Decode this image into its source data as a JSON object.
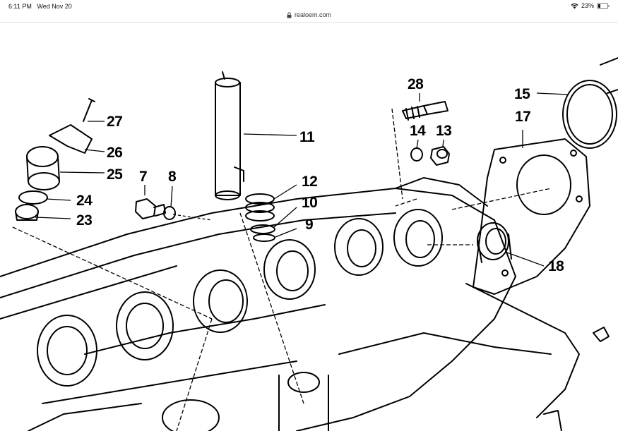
{
  "status": {
    "time": "6:11 PM",
    "date": "Wed Nov 20",
    "battery": "23%",
    "wifi_icon": "wifi-icon",
    "battery_icon": "battery-icon"
  },
  "browser": {
    "url": "realoem.com",
    "lock_icon": "lock-icon"
  },
  "diagram": {
    "callouts": {
      "c27": "27",
      "c26": "26",
      "c25": "25",
      "c24": "24",
      "c23": "23",
      "c7": "7",
      "c8": "8",
      "c11": "11",
      "c12": "12",
      "c10": "10",
      "c9": "9",
      "c28": "28",
      "c14": "14",
      "c13": "13",
      "c15": "15",
      "c17": "17",
      "c18": "18"
    }
  }
}
